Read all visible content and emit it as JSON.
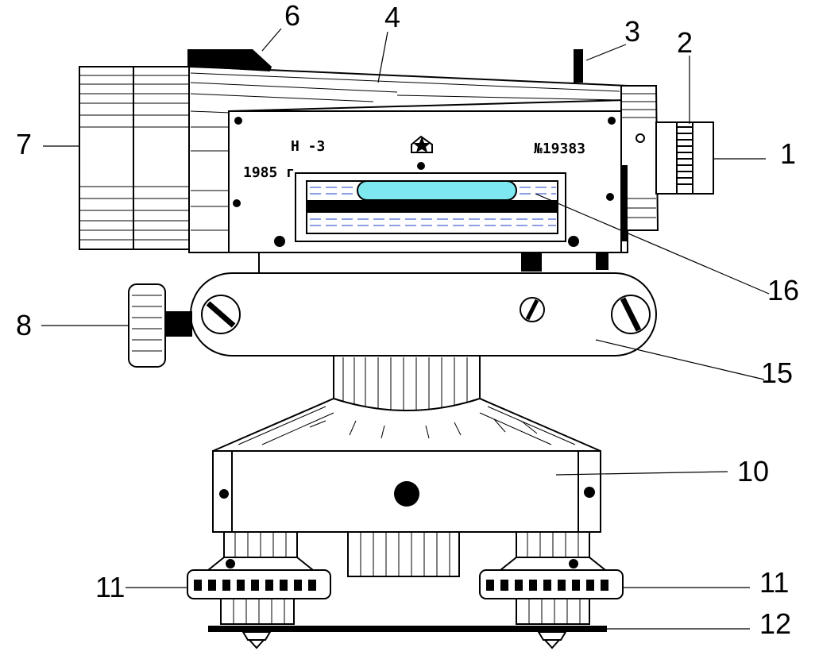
{
  "callouts": {
    "c1": "1",
    "c2": "2",
    "c3": "3",
    "c4": "4",
    "c6": "6",
    "c7": "7",
    "c8": "8",
    "c10": "10",
    "c11_left": "11",
    "c11_right": "11",
    "c12": "12",
    "c15": "15",
    "c16": "16"
  },
  "nameplate": {
    "model": "Н -3",
    "year": "1985 г",
    "serial": "№19383"
  },
  "colors": {
    "ink": "#000000",
    "bubble": "#7ee8f0",
    "vial_lines": "#1a3cc8",
    "paper": "#ffffff"
  },
  "icons": {
    "maker_logo": "star-badge-icon"
  }
}
